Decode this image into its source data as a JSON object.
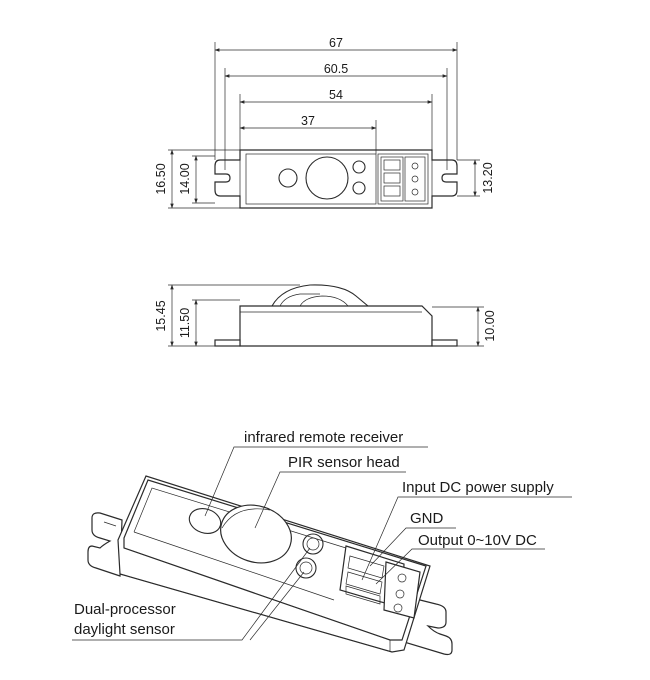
{
  "top_view": {
    "dims": {
      "w67": "67",
      "w60_5": "60.5",
      "w54": "54",
      "w37": "37",
      "h16_50": "16.50",
      "h14_00": "14.00",
      "h13_20": "13.20"
    }
  },
  "side_view": {
    "dims": {
      "h15_45": "15.45",
      "h11_50": "11.50",
      "h10_00": "10.00"
    }
  },
  "iso_view": {
    "labels": {
      "ir_receiver": "infrared remote receiver",
      "pir_head": "PIR sensor head",
      "input_dc": "Input DC power supply",
      "gnd": "GND",
      "output": "Output 0~10V DC",
      "daylight_1": "Dual-processor",
      "daylight_2": "daylight sensor"
    }
  }
}
